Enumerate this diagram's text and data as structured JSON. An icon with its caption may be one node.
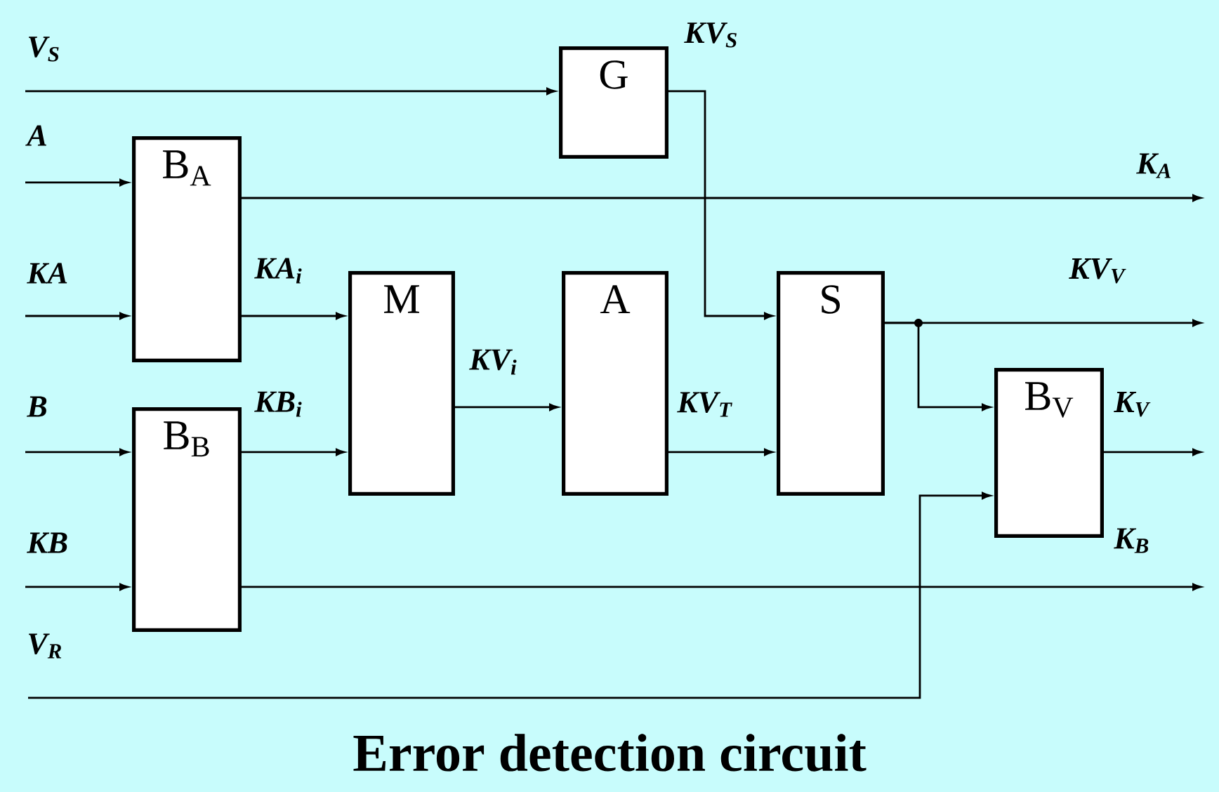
{
  "diagram": {
    "caption": "Error detection circuit",
    "nodes": [
      {
        "text": [
          "G"
        ]
      },
      {
        "text": [
          "B$_{A}$"
        ]
      },
      {
        "text": [
          "M"
        ]
      },
      {
        "text": [
          "A"
        ]
      },
      {
        "text": [
          "S"
        ]
      },
      {
        "text": [
          "B$_{B}$"
        ]
      },
      {
        "text": [
          "B$_{V}$"
        ]
      }
    ],
    "edges": [
      {
        "from": null,
        "to": 0,
        "arrow": "to",
        "label": "V$_{S}$"
      },
      {
        "from": null,
        "to": 1,
        "arrow": "to",
        "label": "A"
      },
      {
        "from": null,
        "to": 1,
        "arrow": "to",
        "label": "KA"
      },
      {
        "from": 1,
        "to": null,
        "arrow": "to",
        "label": "K$_{A}$"
      },
      {
        "from": 1,
        "to": 2,
        "arrow": "to",
        "label": "KA$_{i}$"
      },
      {
        "from": null,
        "to": 5,
        "arrow": "to",
        "label": "B"
      },
      {
        "from": null,
        "to": 5,
        "arrow": "to",
        "label": "KB"
      },
      {
        "from": 5,
        "to": 2,
        "arrow": "to",
        "label": "KB$_{i}$"
      },
      {
        "from": 5,
        "to": null,
        "arrow": "to",
        "label": "K$_{B}$"
      },
      {
        "from": 2,
        "to": 3,
        "arrow": "to",
        "label": "KV$_{i}$"
      },
      {
        "from": 0,
        "to": 4,
        "arrow": "to",
        "label": "KV$_{S}$"
      },
      {
        "from": 3,
        "to": 4,
        "arrow": "to",
        "label": "KV$_{T}$"
      },
      {
        "from": 4,
        "to": null,
        "arrow": "to",
        "label": "KV$_{V}$"
      },
      {
        "from": 4,
        "to": 6,
        "arrow": "to"
      },
      {
        "from": null,
        "to": 6,
        "arrow": "to",
        "label": "V$_{R}$"
      },
      {
        "from": 6,
        "to": null,
        "arrow": "to",
        "label": "K$_{V}$"
      }
    ]
  }
}
